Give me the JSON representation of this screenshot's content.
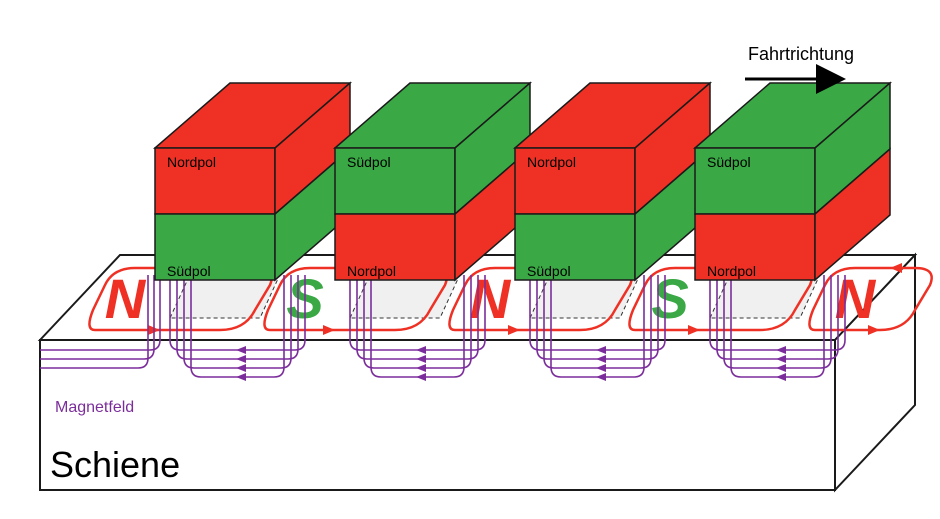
{
  "direction_label": "Fahrtrichtung",
  "field_label": "Magnetfeld",
  "rail_label": "Schiene",
  "colors": {
    "north": "#ee3124",
    "south": "#3aa845",
    "field": "#7b2d9b",
    "current": "#ee3124",
    "outline": "#1a1a1a"
  },
  "magnets": [
    {
      "top": "Nordpol",
      "bottom": "Südpol",
      "top_pole": "north",
      "bottom_pole": "south"
    },
    {
      "top": "Südpol",
      "bottom": "Nordpol",
      "top_pole": "south",
      "bottom_pole": "north"
    },
    {
      "top": "Nordpol",
      "bottom": "Südpol",
      "top_pole": "north",
      "bottom_pole": "south"
    },
    {
      "top": "Südpol",
      "bottom": "Nordpol",
      "top_pole": "south",
      "bottom_pole": "north"
    }
  ],
  "rail_poles": [
    {
      "letter": "N",
      "pole": "north"
    },
    {
      "letter": "S",
      "pole": "south"
    },
    {
      "letter": "N",
      "pole": "north"
    },
    {
      "letter": "S",
      "pole": "south"
    },
    {
      "letter": "N",
      "pole": "north"
    }
  ]
}
